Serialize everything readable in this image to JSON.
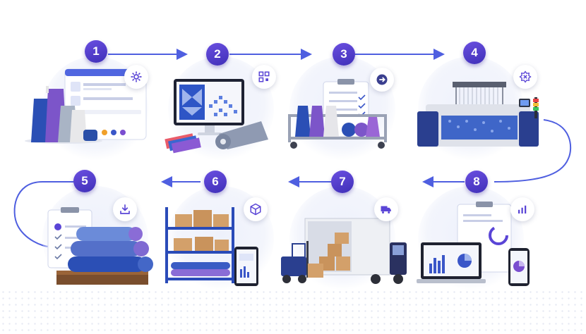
{
  "steps": [
    {
      "number": "1",
      "icon": "gear-icon",
      "depicts": "yarn-selection"
    },
    {
      "number": "2",
      "icon": "qr-pattern-icon",
      "depicts": "pattern-design"
    },
    {
      "number": "3",
      "icon": "arrow-right-icon",
      "depicts": "yarn-prep-trolley"
    },
    {
      "number": "4",
      "icon": "loom-icon",
      "depicts": "weaving-machine"
    },
    {
      "number": "5",
      "icon": "download-tray-icon",
      "depicts": "fabric-rolls-stacked"
    },
    {
      "number": "6",
      "icon": "box-icon",
      "depicts": "warehouse-rack"
    },
    {
      "number": "7",
      "icon": "delivery-truck-icon",
      "depicts": "truck-loading"
    },
    {
      "number": "8",
      "icon": "bar-chart-icon",
      "depicts": "analytics-dashboard"
    }
  ],
  "colors": {
    "accent": "#4b3ad0",
    "line": "#4f5fe0",
    "badge": "#5a45d6"
  }
}
